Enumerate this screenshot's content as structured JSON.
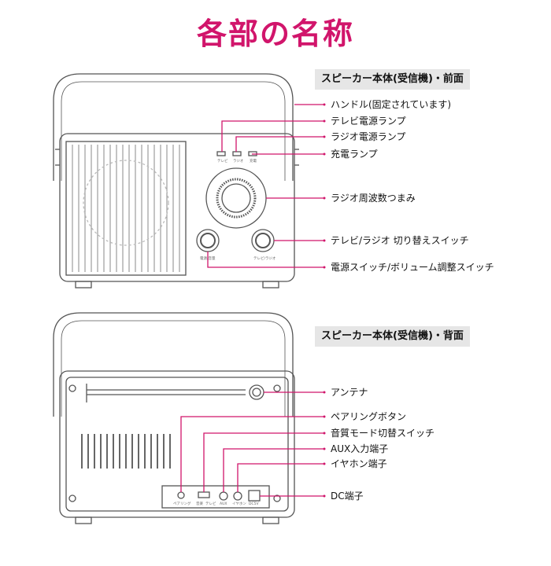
{
  "title": "各部の名称",
  "front": {
    "section_label": "スピーカー本体(受信機)・前面",
    "callouts": [
      "ハンドル(固定されています)",
      "テレビ電源ランプ",
      "ラジオ電源ランプ",
      "充電ランプ",
      "ラジオ周波数つまみ",
      "テレビ/ラジオ 切り替えスイッチ",
      "電源スイッチ/ボリューム調整スイッチ"
    ],
    "panel_labels": [
      "テレビ",
      "ラジオ",
      "充電",
      "電源/音量",
      "テレビ/ラジオ"
    ]
  },
  "back": {
    "section_label": "スピーカー本体(受信機)・背面",
    "callouts": [
      "アンテナ",
      "ペアリングボタン",
      "音質モード切替スイッチ",
      "AUX入力端子",
      "イヤホン端子",
      "DC端子"
    ],
    "panel_labels": [
      "ペアリング",
      "音楽",
      "テレビ",
      "AUX",
      "イヤホン",
      "DC5V"
    ]
  },
  "colors": {
    "title": "#d1156b",
    "leader": "#d1156b",
    "outline": "#555555"
  }
}
